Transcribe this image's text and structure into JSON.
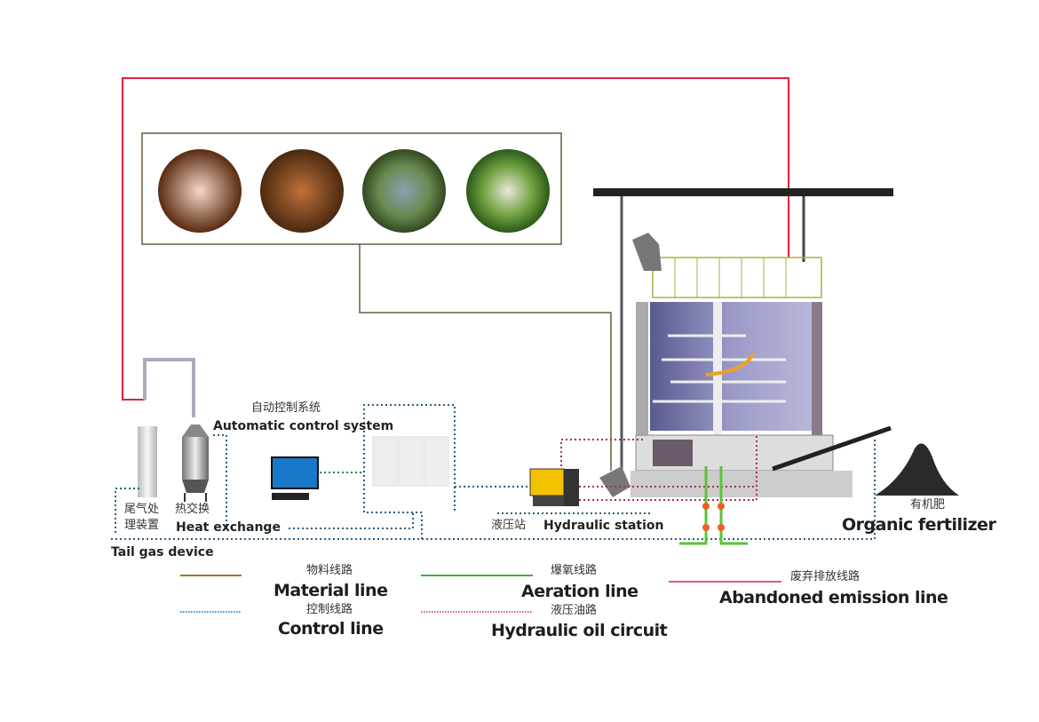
{
  "labels": {
    "auto_control_cn": "自动控制系统",
    "auto_control_en": "Automatic control system",
    "tail_gas_cn_1": "尾气处",
    "tail_gas_cn_2": "理装置",
    "tail_gas_en": "Tail gas device",
    "heat_exchange_cn": "热交换",
    "heat_exchange_en": "Heat exchange",
    "hydraulic_station_cn": "液压站",
    "hydraulic_station_en": "Hydraulic station",
    "organic_fertilizer_cn": "有机肥",
    "organic_fertilizer_en": "Organic fertilizer"
  },
  "legend": [
    {
      "cn": "物料线路",
      "en": "Material line",
      "color": "#a07a2a",
      "style": "solid"
    },
    {
      "cn": "爆氧线路",
      "en": "Aeration line",
      "color": "#3cb043",
      "style": "solid"
    },
    {
      "cn": "废弃排放线路",
      "en": "Abandoned emission line",
      "color": "#e0587a",
      "style": "solid"
    },
    {
      "cn": "控制线路",
      "en": "Control line",
      "color": "#2a8fd0",
      "style": "dotted"
    },
    {
      "cn": "液压油路",
      "en": "Hydraulic oil circuit",
      "color": "#e0587a",
      "style": "dotted"
    }
  ],
  "colors": {
    "emission": "#e0203a",
    "material": "#6b5a3a",
    "control": "#2a5f80",
    "hydraulic": "#b03040",
    "aeration": "#5ac43a",
    "tank": "#7a7aa8",
    "hydraulic_unit": "#f2c200"
  },
  "icons": [
    "pigs-photo",
    "chickens-photo",
    "cattle-photo",
    "sheep-photo",
    "computer-icon",
    "control-cabinet-icon",
    "fermenter-tank",
    "hydraulic-station-icon",
    "fertilizer-pile-icon",
    "tail-gas-tower",
    "heat-exchanger"
  ]
}
